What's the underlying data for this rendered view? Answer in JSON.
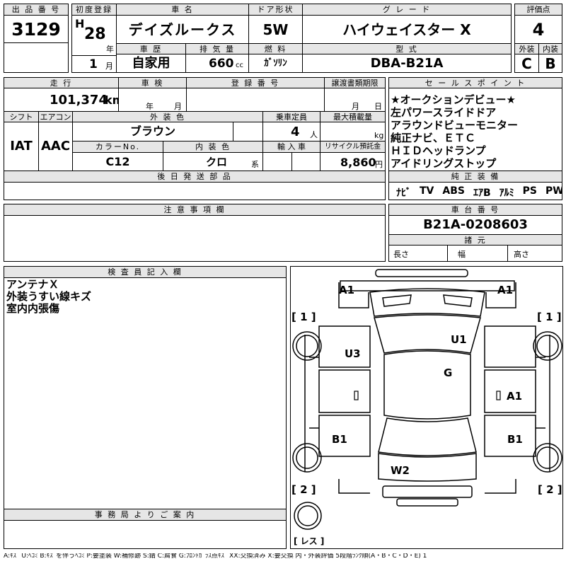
{
  "header": {
    "lot_label": "出 品 番 号",
    "lot_number": "3129",
    "first_reg_label": "初度登録",
    "era": "H",
    "year": "28",
    "year_unit": "年",
    "month": "1",
    "month_unit": "月",
    "car_name_label": "車 名",
    "car_name": "デイズルークス",
    "history_label": "車 歴",
    "history": "自家用",
    "displacement_label": "排 気 量",
    "displacement": "660",
    "displacement_unit": "cc",
    "door_label": "ドア形状",
    "door": "5W",
    "fuel_label": "燃 料",
    "fuel": "ｶﾞｿﾘﾝ",
    "grade_label": "グ レ ー ド",
    "grade": "ハイウェイスター X",
    "model_label": "型 式",
    "model": "DBA-B21A",
    "score_label": "評価点",
    "score": "4",
    "ext_label": "外装",
    "ext_score": "C",
    "int_label": "内装",
    "int_score": "B"
  },
  "row2": {
    "mileage_label": "走 行",
    "mileage": "101,374",
    "mileage_unit": "km",
    "shaken_label": "車 検",
    "shaken_year_unit": "年",
    "shaken_month_unit": "月",
    "reg_no_label": "登 録 番 号",
    "transfer_label": "譲渡書類期限",
    "transfer_month_unit": "月",
    "transfer_day_unit": "日",
    "shift_label": "シフト",
    "shift": "IAT",
    "ac_label": "エアコン",
    "ac": "AAC",
    "color_label": "外 装 色",
    "color": "ブラウン",
    "color_no_label": "カラーNo.",
    "color_no": "C12",
    "int_color_label": "内 装 色",
    "int_color": "クロ",
    "int_color_unit": "系",
    "capacity_label": "乗車定員",
    "capacity": "4",
    "capacity_unit": "人",
    "loadcap_label": "最大積載量",
    "loadcap_unit": "kg",
    "import_label": "輸 入 車",
    "recycle_label": "リサイクル預託金",
    "recycle": "8,860",
    "recycle_unit": "円",
    "later_parts_label": "後 日 発 送 部 品"
  },
  "sales_points": {
    "label": "セ ー ル ス ポ イ ン ト",
    "lines": [
      "★オークションデビュー★",
      "左パワースライドドア",
      "アラウンドビューモニター",
      "純正ナビ、ＥＴＣ",
      "ＨＩＤヘッドランプ",
      "アイドリングストップ"
    ]
  },
  "equipment": {
    "label": "純 正 装 備",
    "items": [
      "ﾅﾋﾞ",
      "TV",
      "ABS",
      "ｴｱB",
      "ｱﾙﾐ",
      "PS",
      "PW"
    ]
  },
  "notes": {
    "label": "注 意 事 項 欄"
  },
  "chassis": {
    "label": "車 台 番 号",
    "number": "B21A-0208603",
    "dims_label": "諸 元",
    "length_label": "長さ",
    "width_label": "幅",
    "height_label": "高さ"
  },
  "inspector": {
    "label": "検 査 員 記 入 欄",
    "lines": [
      "アンテナＸ",
      "外装うすい線キズ",
      "室内内張傷"
    ]
  },
  "office": {
    "label": "事 務 局 よ り ご 案 内"
  },
  "diagram": {
    "marks": [
      "A1",
      "A1",
      "[ 1 ]",
      "[ 1 ]",
      "U3",
      "U1",
      "G",
      "A1",
      "B1",
      "B1",
      "W2",
      "[ 2 ]",
      "[ 2 ]",
      "[ レス ]"
    ]
  },
  "legend": "A:ｷｽﾞ U:ﾍｺﾐ B:ｷｽﾞを伴うﾍｺﾐ P:要塗装 W:補修跡 S:錆 C:腐食 G:ﾌﾛﾝﾄｶﾞﾗｽ点ｷｽﾞ XX:交換済み X:要交換 内・外装評価 5段階ﾗﾝｸ順(A・B・C・D・E) 1"
}
